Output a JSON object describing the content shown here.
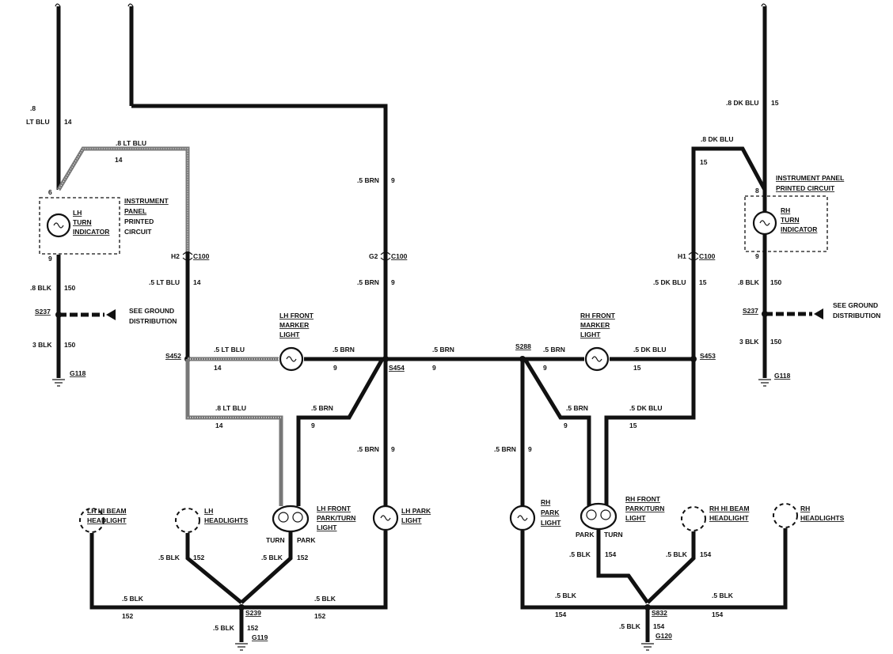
{
  "wires": {
    "lt_blu_8": ".8",
    "lt_blu_8b": "LT BLU",
    "n14": "14",
    "lt_blu_top": ".8 LT BLU",
    "n14b": "14",
    "brn_5_a": ".5 BRN",
    "n9a": "9",
    "brn_5_b": ".5 BRN",
    "n9b": "9",
    "lt_blu_5": ".5 LT BLU",
    "n14c": "14",
    "blk_8": ".8 BLK",
    "n150a": "150",
    "blk_3": "3 BLK",
    "n150b": "150",
    "lt_blu_5b": ".5 LT BLU",
    "n14d": "14",
    "brn_5_c": ".5 BRN",
    "n9c": "9",
    "brn_5_d": ".5 BRN",
    "n9d": "9",
    "lt_blu_8c": ".8 LT BLU",
    "n14e": "14",
    "brn_5_e": ".5 BRN",
    "n9e": "9",
    "brn_5_f": ".5 BRN",
    "n9f": "9",
    "blk_5_a": ".5 BLK",
    "n152a": "152",
    "blk_5_b": ".5 BLK",
    "n152b": "152",
    "blk_5_c": ".5 BLK",
    "n152c": "152",
    "blk_5_d": ".5 BLK",
    "n152d": "152",
    "blk_5_e": ".5 BLK",
    "n152e": "152",
    "dk_blu_8": ".8 DK BLU",
    "n15a": "15",
    "dk_blu_8b": ".8 DK BLU",
    "n15b": "15",
    "dk_blu_5": ".5 DK BLU",
    "n15c": "15",
    "blk_8r": ".8 BLK",
    "n150c": "150",
    "blk_3r": "3 BLK",
    "n150d": "150",
    "brn_5_g": ".5 BRN",
    "n9g": "9",
    "dk_blu_5b": ".5 DK BLU",
    "n15d": "15",
    "brn_5_h": ".5 BRN",
    "n9h": "9",
    "dk_blu_5c": ".5 DK BLU",
    "n15e": "15",
    "brn_5_i": ".5 BRN",
    "n9i": "9",
    "blk_5_f": ".5 BLK",
    "n154a": "154",
    "blk_5_g": ".5 BLK",
    "n154b": "154",
    "blk_5_h": ".5 BLK",
    "n154c": "154",
    "blk_5_i": ".5 BLK",
    "n154d": "154",
    "blk_5_j": ".5 BLK",
    "n154e": "154"
  },
  "connectors": {
    "h2": "H2",
    "c100a": "C100",
    "g2": "G2",
    "c100b": "C100",
    "h1": "H1",
    "c100c": "C100",
    "pin6": "6",
    "pin9a": "9",
    "pin8": "8",
    "pin9b": "9"
  },
  "splices": {
    "s237a": "S237",
    "s452": "S452",
    "s454": "S454",
    "s288": "S288",
    "s453": "S453",
    "s237b": "S237",
    "s239": "S239",
    "s832": "S832"
  },
  "grounds": {
    "g118a": "G118",
    "g118b": "G118",
    "g119": "G119",
    "g120": "G120"
  },
  "components": {
    "lh_turn": [
      "LH",
      "TURN",
      "INDICATOR"
    ],
    "ip_left": [
      "INSTRUMENT",
      "PANEL",
      "PRINTED",
      "CIRCUIT"
    ],
    "ip_right": [
      "INSTRUMENT PANEL",
      "PRINTED CIRCUIT"
    ],
    "rh_turn": [
      "RH",
      "TURN",
      "INDICATOR"
    ],
    "see_ground_l": [
      "SEE GROUND",
      "DISTRIBUTION"
    ],
    "see_ground_r": [
      "SEE GROUND",
      "DISTRIBUTION"
    ],
    "lh_front_marker": [
      "LH FRONT",
      "MARKER",
      "LIGHT"
    ],
    "rh_front_marker": [
      "RH FRONT",
      "MARKER",
      "LIGHT"
    ],
    "lh_hi_beam": [
      "LH HI BEAM",
      "HEADLIGHT"
    ],
    "lh_headlights": [
      "LH",
      "HEADLIGHTS"
    ],
    "lh_front_park": [
      "LH FRONT",
      "PARK/TURN",
      "LIGHT"
    ],
    "lh_park": [
      "LH PARK",
      "LIGHT"
    ],
    "rh_park": [
      "RH",
      "PARK",
      "LIGHT"
    ],
    "rh_front_park": [
      "RH FRONT",
      "PARK/TURN",
      "LIGHT"
    ],
    "rh_hi_beam": [
      "RH HI BEAM",
      "HEADLIGHT"
    ],
    "rh_headlights": [
      "RH",
      "HEADLIGHTS"
    ],
    "turn_l": "TURN",
    "park_l": "PARK",
    "park_r": "PARK",
    "turn_r": "TURN"
  }
}
